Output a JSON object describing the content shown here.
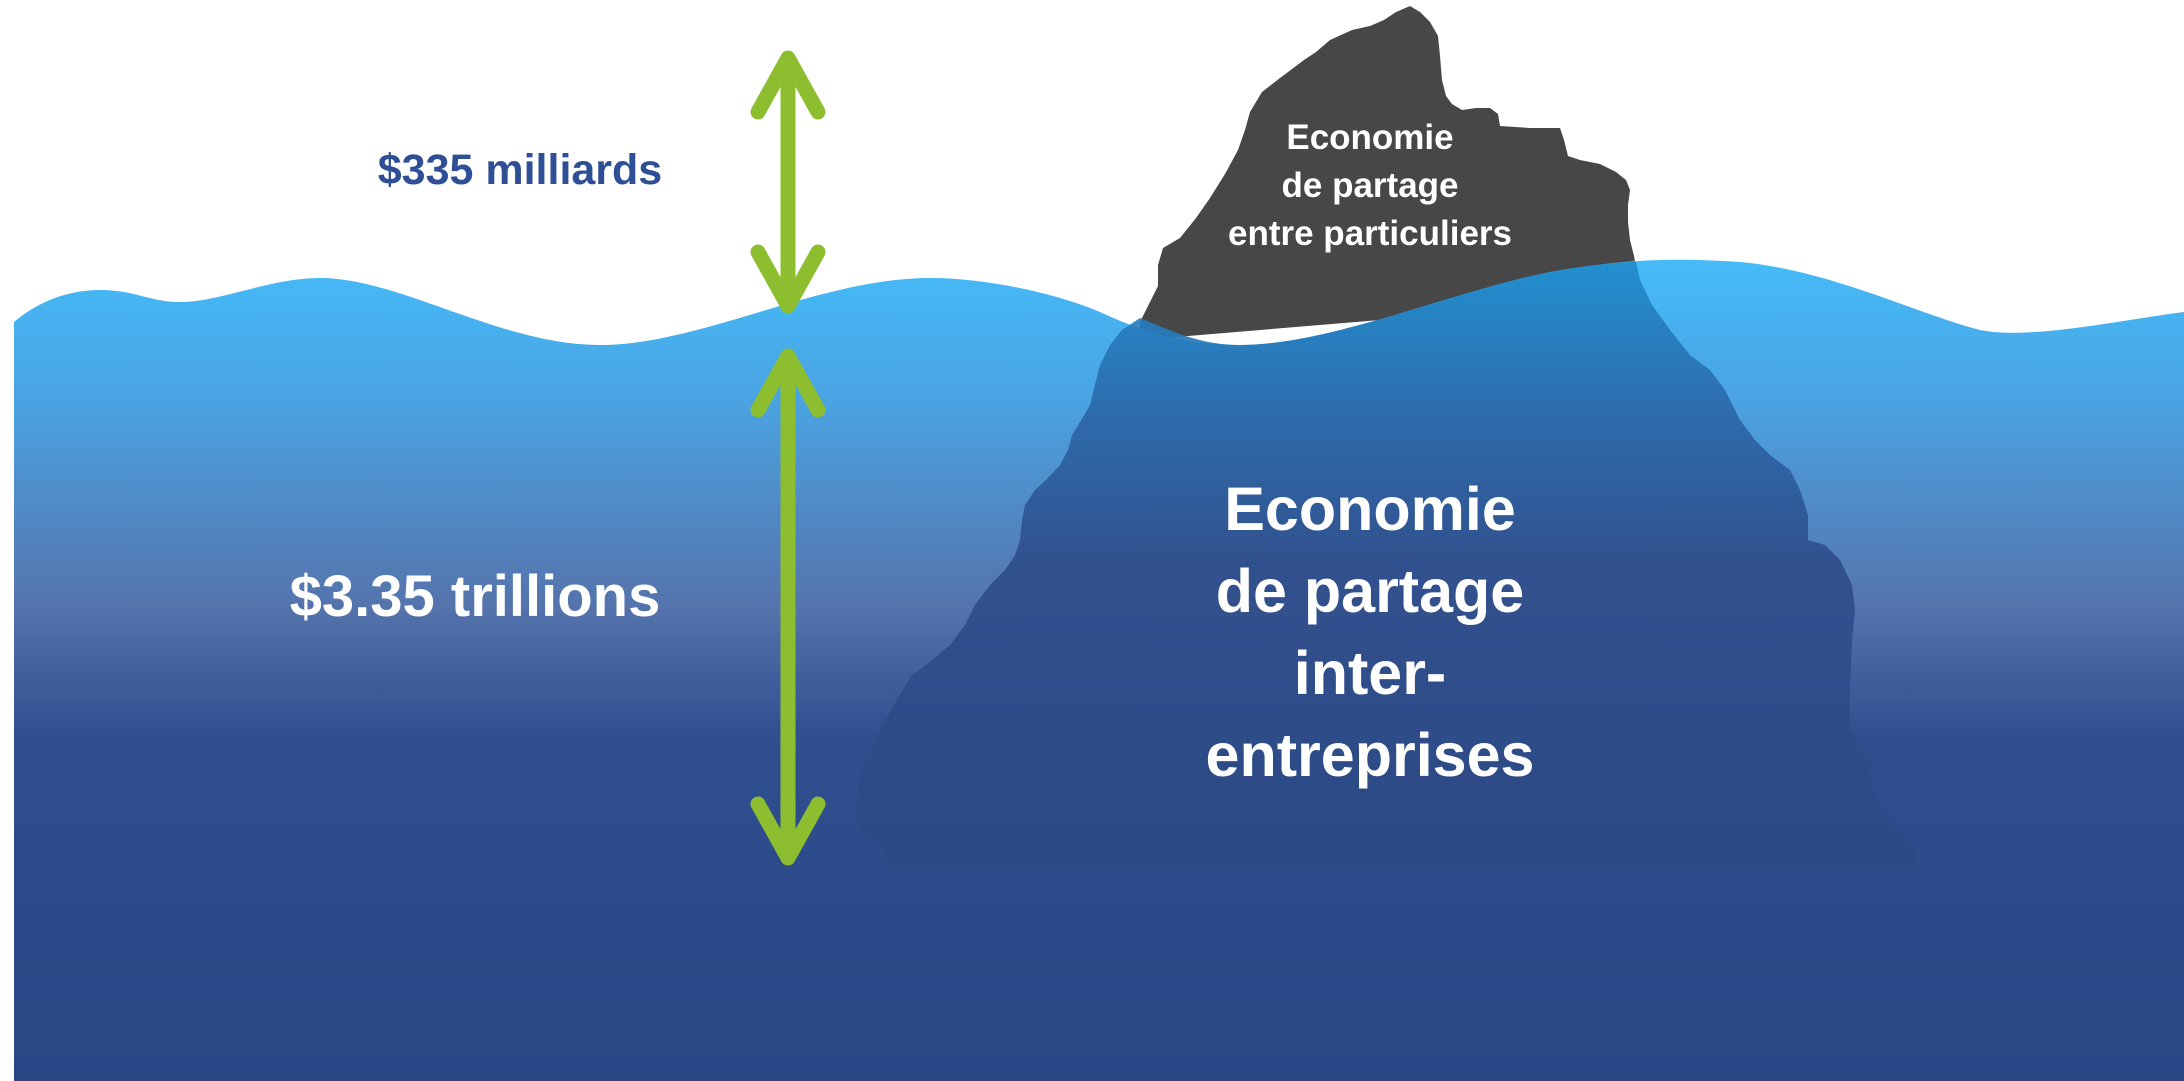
{
  "labels": {
    "above_value": "$335 milliards",
    "below_value": "$3.35 trillions"
  },
  "iceberg": {
    "tip_lines": [
      "Economie",
      "de partage",
      "entre particuliers"
    ],
    "base_lines": [
      "Economie",
      "de partage",
      "inter-",
      "entreprises"
    ]
  },
  "colors": {
    "water_surface": "#45bbf8",
    "water_deep": "#2a4685",
    "iceberg_tip": "#474747",
    "iceberg_submerged": "#2d4b85",
    "arrow": "#8cbe2f",
    "top_label": "#2e4f96",
    "text_light": "#ffffff"
  }
}
